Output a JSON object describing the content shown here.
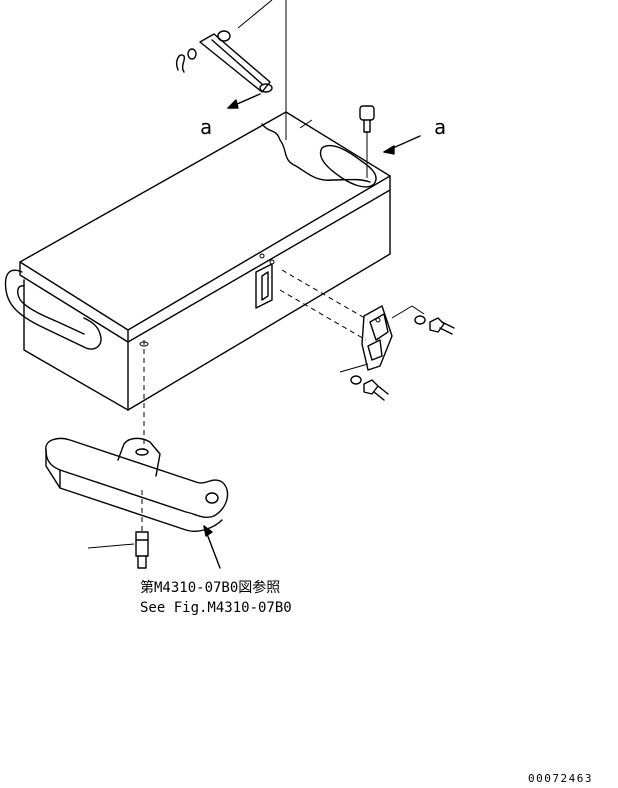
{
  "labels": {
    "callout_a_left": "a",
    "callout_a_right": "a",
    "reference_jp": "第M4310-07B0図参照",
    "reference_en": "See Fig.M4310-07B0",
    "drawing_number": "00072463"
  }
}
